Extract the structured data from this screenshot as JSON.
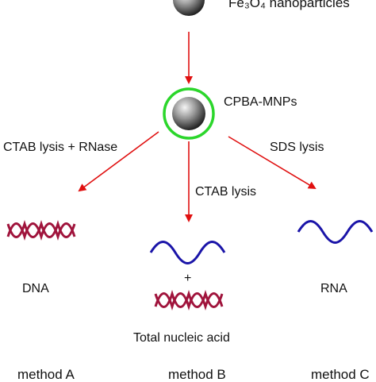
{
  "top_label": "Fe₃O₄ nanoparticles",
  "cpba_label": "CPBA-MNPs",
  "branch_left_label": "CTAB lysis + RNase",
  "branch_right_label": "SDS lysis",
  "branch_center_label": "CTAB lysis",
  "dna_label": "DNA",
  "plus_label": "+",
  "rna_label": "RNA",
  "total_label": "Total nucleic acid",
  "method_a": "method A",
  "method_b": "method B",
  "method_c": "method C",
  "colors": {
    "arrow": "#e01010",
    "ring": "#2bd62b",
    "dna": "#a0143c",
    "rna": "#1a14a8",
    "sphere_dark": "#2a2a2a",
    "sphere_light": "#f2f2f2"
  }
}
